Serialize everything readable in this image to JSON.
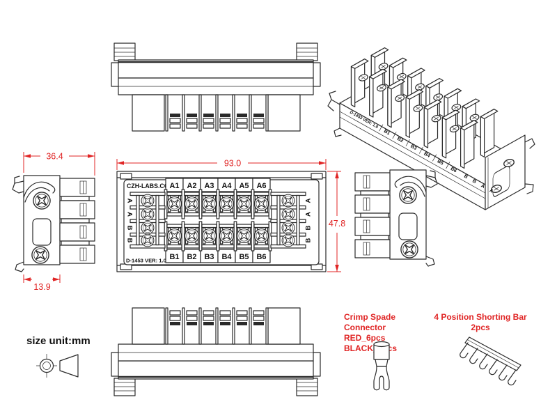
{
  "colors": {
    "background": "#ffffff",
    "line": "#2a2a2a",
    "dimension_red": "#e02525"
  },
  "front_view": {
    "brand": "CZH-LABS.COM",
    "model": "D-1453  VER: 1.0",
    "top_terminals": [
      "A1",
      "A2",
      "A3",
      "A4",
      "A5",
      "A6"
    ],
    "bottom_terminals": [
      "B1",
      "B2",
      "B3",
      "B4",
      "B5",
      "B6"
    ],
    "left_labels": [
      "A",
      "A",
      "B",
      "B"
    ],
    "right_labels": [
      "A",
      "A",
      "B",
      "B"
    ]
  },
  "dimensions": {
    "overall_width": "93.0",
    "overall_height": "47.8",
    "side_width": "36.4",
    "clip_depth": "13.9"
  },
  "iso_view": {
    "edge_labels": [
      "D-1453 VER: 1.0",
      "B1",
      "B2",
      "B3",
      "B4",
      "B5",
      "B6",
      "B",
      "B",
      "A",
      "A"
    ]
  },
  "notes": {
    "size_unit": "size unit:mm",
    "crimp_line1": "Crimp Spade Connector",
    "crimp_line2": "RED_6pcs BLACK_6pcs",
    "shorting_line1": "4 Position Shorting Bar",
    "shorting_line2": "2pcs"
  }
}
